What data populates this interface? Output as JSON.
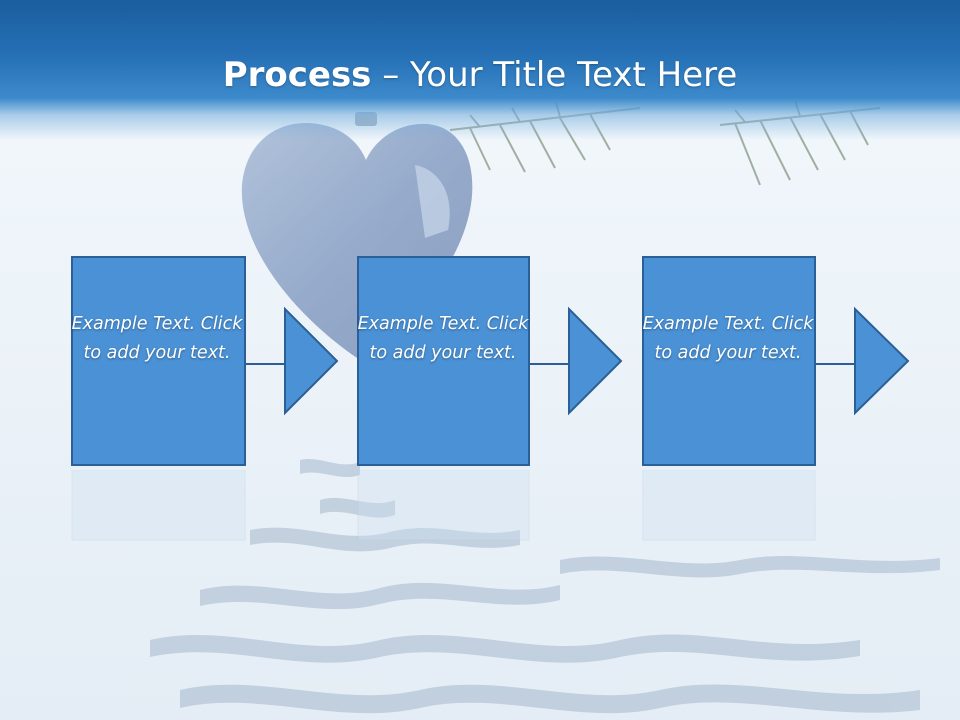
{
  "slide": {
    "title_bold": "Process",
    "title_rest": " – Your Title Text Here"
  },
  "steps": [
    {
      "text": "Example Text. Click  to add your text."
    },
    {
      "text": "Example Text. Click  to add your text."
    },
    {
      "text": "Example Text. Click  to add your text."
    }
  ],
  "colors": {
    "header": "#2670b6",
    "box_fill": "#4a91d5",
    "box_stroke": "#2a5f97",
    "background": "#f3f8fc"
  }
}
